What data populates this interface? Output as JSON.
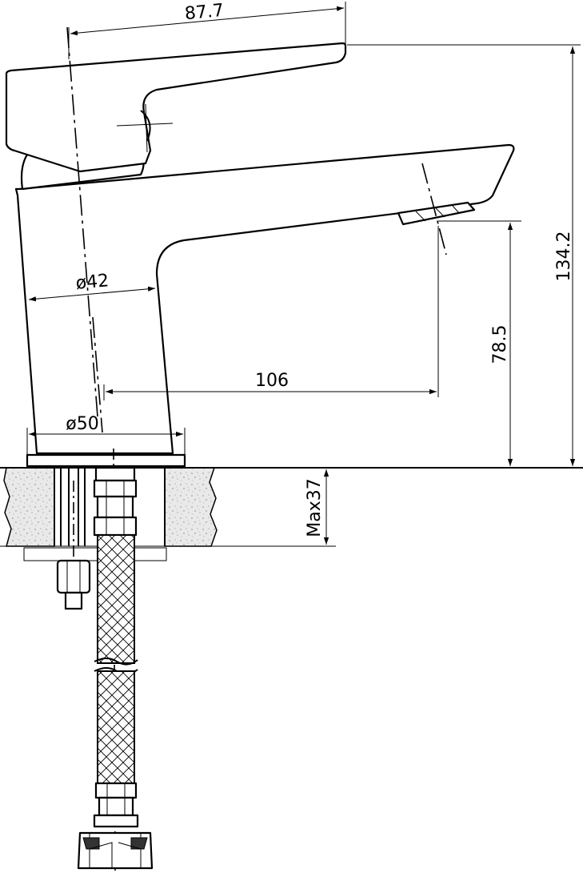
{
  "dimensions": {
    "top_width": "87.7",
    "total_height": "134.2",
    "spout_height": "78.5",
    "spout_reach": "106",
    "body_diameter": "ø42",
    "base_diameter": "ø50",
    "max_counter_thickness": "Max37"
  },
  "colors": {
    "line": "#000000",
    "background": "#ffffff",
    "counter_fill": "#e6e6e6",
    "counter_speckle": "#9a9a9a"
  }
}
